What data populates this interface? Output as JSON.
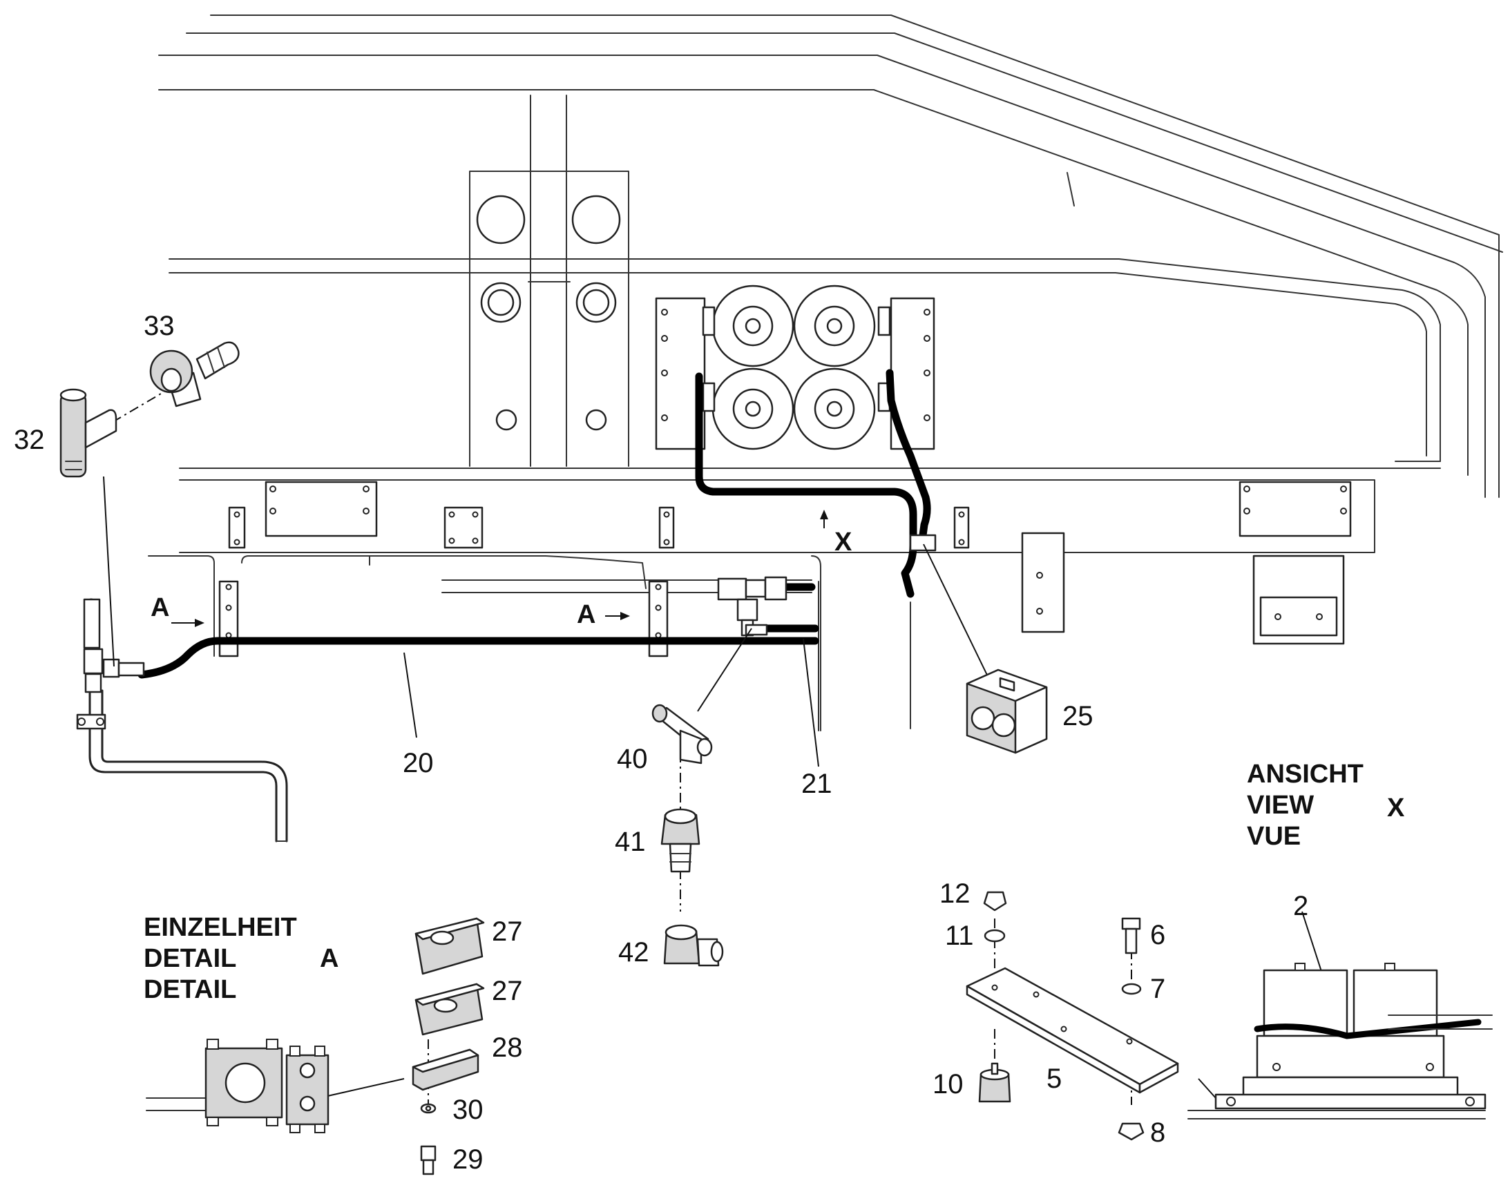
{
  "callouts": {
    "n33": "33",
    "n32": "32",
    "n20": "20",
    "n21": "21",
    "n25": "25",
    "n40": "40",
    "n41": "41",
    "n42": "42",
    "n27a": "27",
    "n27b": "27",
    "n28": "28",
    "n30": "30",
    "n29": "29",
    "n12": "12",
    "n11": "11",
    "n6": "6",
    "n7": "7",
    "n5": "5",
    "n10": "10",
    "n8": "8",
    "n2": "2"
  },
  "markers": {
    "view_arrow": "X",
    "section_a1": "A",
    "section_a2": "A"
  },
  "detail_a": {
    "line1": "EINZELHEIT",
    "line2": "DETAIL",
    "line3": "DETAIL",
    "ref": "A"
  },
  "view_x": {
    "line1": "ANSICHT",
    "line2": "VIEW",
    "line3": "VUE",
    "ref": "X"
  }
}
